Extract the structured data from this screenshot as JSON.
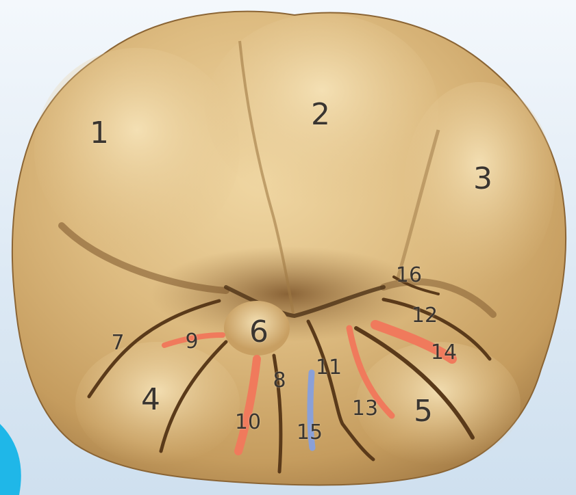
{
  "figure": {
    "subject": "tooth-occlusal-surface",
    "labels": [
      "1",
      "2",
      "3",
      "4",
      "5",
      "6",
      "7",
      "8",
      "9",
      "10",
      "11",
      "12",
      "13",
      "14",
      "15",
      "16"
    ]
  },
  "colors": {
    "background": "#dbe8f3",
    "tooth_light": "#e6c98e",
    "tooth_mid": "#c9a164",
    "tooth_shadow": "#6e4b25",
    "groove_brown": "#5a3a1a",
    "groove_red": "#f07a5c",
    "groove_blue": "#8aa0d8",
    "corner_accent": "#1fb7e8"
  }
}
